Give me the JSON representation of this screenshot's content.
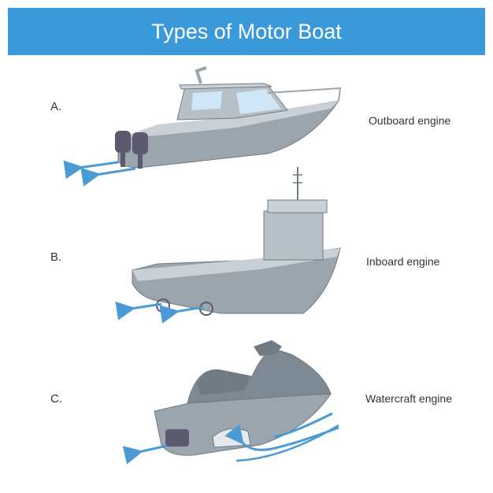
{
  "title": "Types of Motor Boat",
  "rows": [
    {
      "letter": "A.",
      "label": "Outboard engine"
    },
    {
      "letter": "B.",
      "label": "Inboard engine"
    },
    {
      "letter": "C.",
      "label": "Watercraft engine"
    }
  ],
  "colors": {
    "header": "#3a9ad9",
    "hull": "#9aa5ad",
    "hull_dark": "#6f7a83",
    "window": "#cfe6f7",
    "arrow": "#4a9ad6",
    "engine": "#5b5a6e"
  }
}
